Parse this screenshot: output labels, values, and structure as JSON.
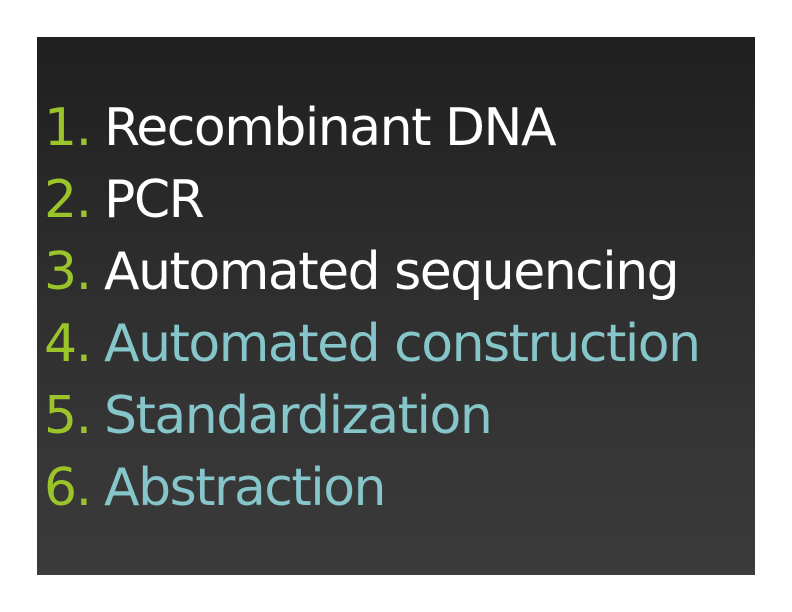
{
  "slide": {
    "items": [
      {
        "number": "1.",
        "text": "Recombinant DNA",
        "color": "#ffffff"
      },
      {
        "number": "2.",
        "text": "PCR",
        "color": "#ffffff"
      },
      {
        "number": "3.",
        "text": "Automated sequencing",
        "color": "#ffffff"
      },
      {
        "number": "4.",
        "text": "Automated construction",
        "color": "#86c5c9"
      },
      {
        "number": "5.",
        "text": "Standardization",
        "color": "#86c5c9"
      },
      {
        "number": "6.",
        "text": "Abstraction",
        "color": "#86c5c9"
      }
    ],
    "number_color": "#9bc42b"
  }
}
